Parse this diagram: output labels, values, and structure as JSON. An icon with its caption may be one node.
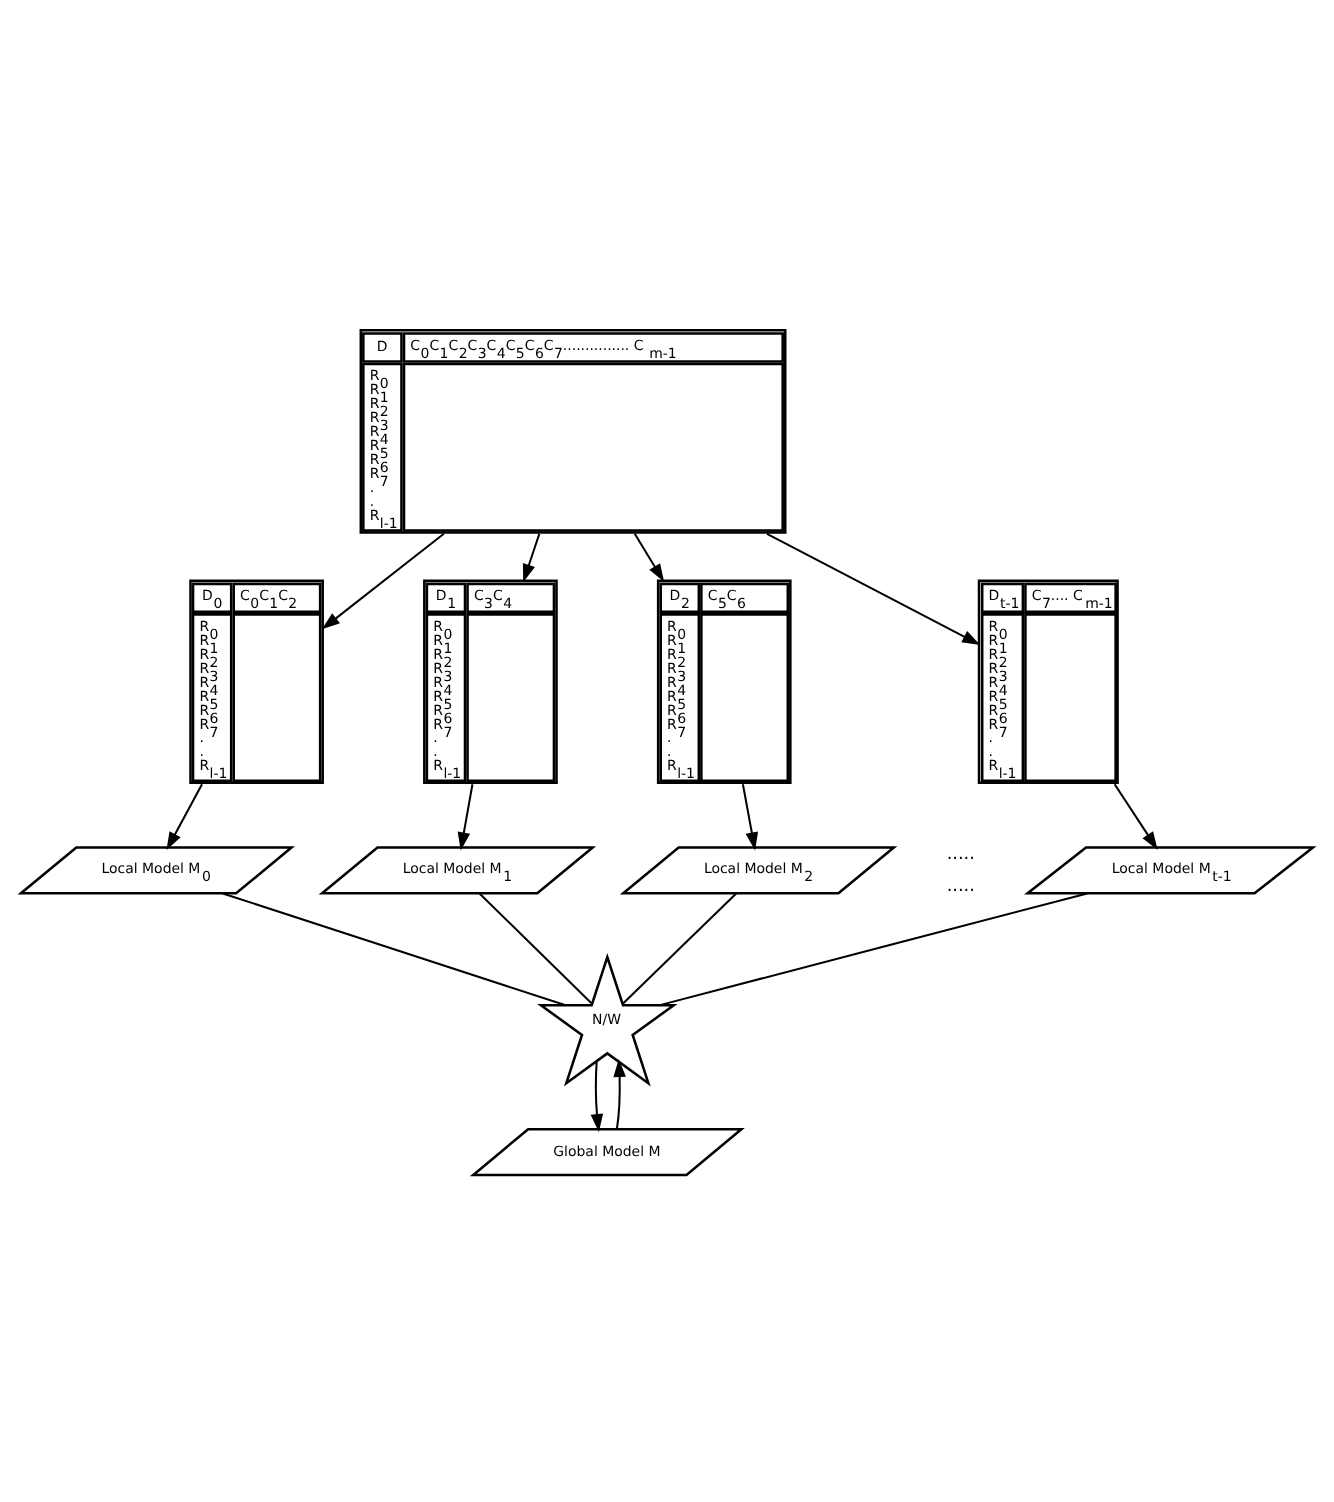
{
  "diagram": {
    "nodes": [
      {
        "text": [
          "D",
          "C$_{0}$C$_{1}$C$_{2}$C$_{3}$C$_{4}$C$_{5}$C$_{6}$C$_{7}$............... C$_{m-1}$",
          "R$_{0}$",
          "R$_{1}$",
          "R$_{2}$",
          "R$_{3}$",
          "R$_{4}$",
          "R$_{5}$",
          "R$_{6}$",
          "R$_{7}$",
          ".",
          ".",
          "R$_{l-1}$"
        ]
      },
      {
        "text": [
          "D$_{0}$",
          "C$_{0}$C$_{1}$C$_{2}$",
          "R$_{0}$",
          "R$_{1}$",
          "R$_{2}$",
          "R$_{3}$",
          "R$_{4}$",
          "R$_{5}$",
          "R$_{6}$",
          "R$_{7}$",
          ".",
          ".",
          "R$_{l-1}$"
        ]
      },
      {
        "text": [
          "D$_{1}$",
          "C$_{3}$C$_{4}$",
          "R$_{0}$",
          "R$_{1}$",
          "R$_{2}$",
          "R$_{3}$",
          "R$_{4}$",
          "R$_{5}$",
          "R$_{6}$",
          "R$_{7}$",
          ".",
          ".",
          "R$_{l-1}$"
        ]
      },
      {
        "text": [
          "D$_{2}$",
          "C$_{5}$C$_{6}$",
          "R$_{0}$",
          "R$_{1}$",
          "R$_{2}$",
          "R$_{3}$",
          "R$_{4}$",
          "R$_{5}$",
          "R$_{6}$",
          "R$_{7}$",
          ".",
          ".",
          "R$_{l-1}$"
        ]
      },
      {
        "text": [
          "D$_{t-1}$",
          "C$_{7}$.... C$_{m-1}$",
          "R$_{0}$",
          "R$_{1}$",
          "R$_{2}$",
          "R$_{3}$",
          "R$_{4}$",
          "R$_{5}$",
          "R$_{6}$",
          "R$_{7}$",
          ".",
          ".",
          "R$_{l-1}$"
        ]
      },
      {
        "text": [
          "Local Model M$_{0}$"
        ]
      },
      {
        "text": [
          "Local Model M$_{1}$"
        ]
      },
      {
        "text": [
          "Local Model M$_{2}$"
        ]
      },
      {
        "text": [
          "Local Model M$_{t-1}$"
        ]
      },
      {
        "text": [
          "N/W"
        ]
      },
      {
        "text": [
          "Global Model M"
        ]
      }
    ],
    "edges": [
      {
        "from": 0,
        "to": 1,
        "arrow": "to"
      },
      {
        "from": 0,
        "to": 2,
        "arrow": "to"
      },
      {
        "from": 0,
        "to": 3,
        "arrow": "to"
      },
      {
        "from": 0,
        "to": 4,
        "arrow": "to"
      },
      {
        "from": 1,
        "to": 5,
        "arrow": "to"
      },
      {
        "from": 2,
        "to": 6,
        "arrow": "to"
      },
      {
        "from": 3,
        "to": 7,
        "arrow": "to"
      },
      {
        "from": 4,
        "to": 8,
        "arrow": "to"
      },
      {
        "from": 5,
        "to": 9,
        "arrow": "none"
      },
      {
        "from": 6,
        "to": 9,
        "arrow": "none"
      },
      {
        "from": 7,
        "to": 9,
        "arrow": "none"
      },
      {
        "from": 8,
        "to": 9,
        "arrow": "none"
      },
      {
        "from": 9,
        "to": 10,
        "arrow": "to"
      },
      {
        "from": 10,
        "to": 9,
        "arrow": "to"
      }
    ],
    "labels": [
      ".....",
      "....."
    ]
  }
}
